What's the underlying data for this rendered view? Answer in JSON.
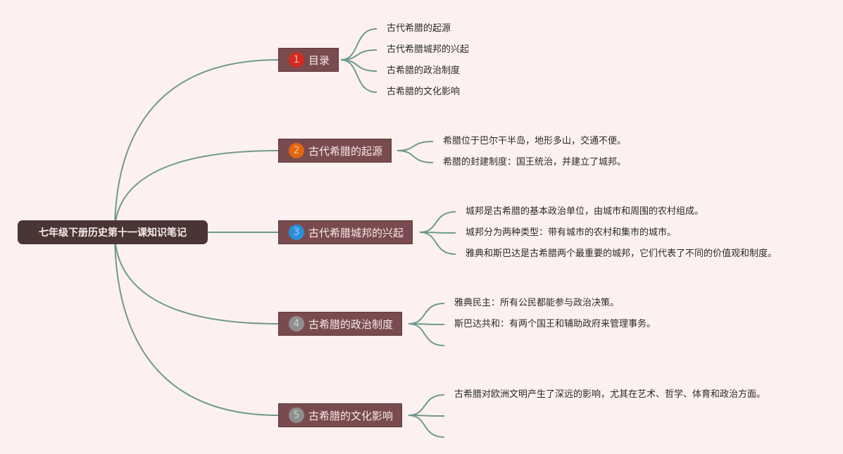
{
  "root": {
    "title": "七年级下册历史第十一课知识笔记"
  },
  "colors": {
    "line": "#6e9a8c",
    "root_bg": "#4a3535",
    "branch_bg": "#7a4b4e",
    "background": "#fdf0f0"
  },
  "branches": [
    {
      "num": "1",
      "label": "目录",
      "badge_color": "#d42a20",
      "badge_text_color": "#f2b8b2",
      "items": [
        "古代希腊的起源",
        "古代希腊城邦的兴起",
        "古希腊的政治制度",
        "古希腊的文化影响"
      ]
    },
    {
      "num": "2",
      "label": "古代希腊的起源",
      "badge_color": "#e0660f",
      "badge_text_color": "#f6c49a",
      "items": [
        "希腊位于巴尔干半岛，地形多山，交通不便。",
        "希腊的封建制度：国王统治，并建立了城邦。"
      ]
    },
    {
      "num": "3",
      "label": "古代希腊城邦的兴起",
      "badge_color": "#2a8fd6",
      "badge_text_color": "#9fd0f2",
      "items": [
        "城邦是古希腊的基本政治单位，由城市和周围的农村组成。",
        "城邦分为两种类型：带有城市的农村和集市的城市。",
        "雅典和斯巴达是古希腊两个最重要的城邦，它们代表了不同的价值观和制度。"
      ]
    },
    {
      "num": "4",
      "label": "古希腊的政治制度",
      "badge_color": "#8e8e8e",
      "badge_text_color": "#cfcfcf",
      "items": [
        "雅典民主：所有公民都能参与政治决策。",
        "斯巴达共和：有两个国王和辅助政府来管理事务。",
        ""
      ]
    },
    {
      "num": "5",
      "label": "古希腊的文化影响",
      "badge_color": "#8e8e8e",
      "badge_text_color": "#cfcfcf",
      "items": [
        "古希腊对欧洲文明产生了深远的影响，尤其在艺术、哲学、体育和政治方面。",
        "",
        ""
      ]
    }
  ]
}
